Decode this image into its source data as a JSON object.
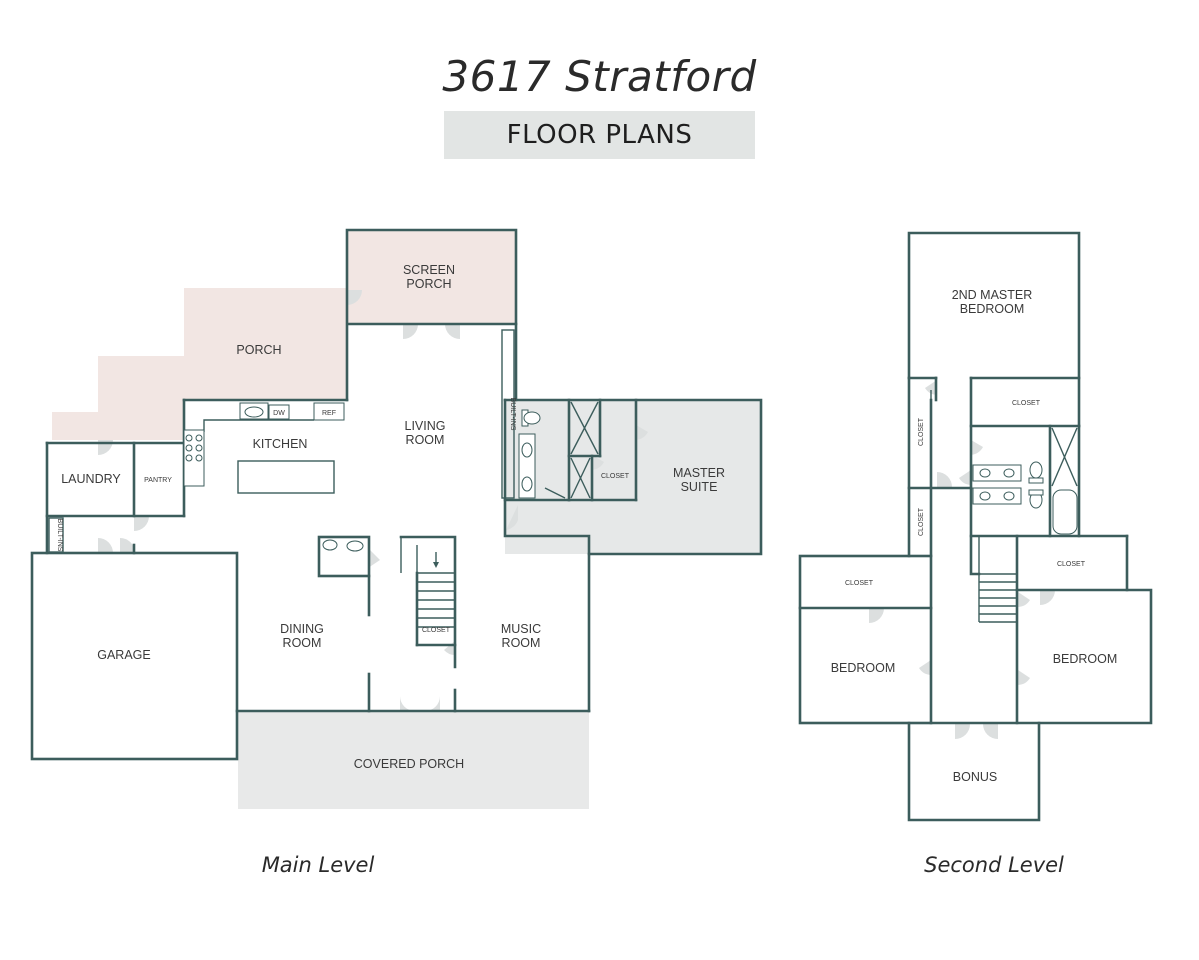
{
  "header": {
    "title": "3617 Stratford",
    "subtitle": "FLOOR PLANS"
  },
  "main_level": {
    "caption": "Main Level",
    "rooms": {
      "screen_porch": [
        "SCREEN",
        "PORCH"
      ],
      "porch": "PORCH",
      "living_room": [
        "LIVING",
        "ROOM"
      ],
      "kitchen": "KITCHEN",
      "laundry": "LAUNDRY",
      "pantry": "PANTRY",
      "garage": "GARAGE",
      "dining_room": [
        "DINING",
        "ROOM"
      ],
      "music_room": [
        "MUSIC",
        "ROOM"
      ],
      "master_suite": [
        "MASTER",
        "SUITE"
      ],
      "covered_porch": "COVERED PORCH",
      "closet_stair": "CLOSET",
      "closet_master": "CLOSET"
    },
    "fixtures": {
      "dw": "DW",
      "ref": "REF",
      "builtins_living": "BUILT-INS",
      "builtins_laundry": "BUILT-INS"
    }
  },
  "second_level": {
    "caption": "Second Level",
    "rooms": {
      "second_master": [
        "2ND MASTER",
        "BEDROOM"
      ],
      "closet_top": "CLOSET",
      "closet_hall_1": "CLOSET",
      "closet_hall_2": "CLOSET",
      "closet_left": "CLOSET",
      "closet_right": "CLOSET",
      "bedroom_left": "BEDROOM",
      "bedroom_right": "BEDROOM",
      "bonus": "BONUS"
    }
  },
  "colors": {
    "wall": "#3c5d5c",
    "porch_fill": "#f2e6e3",
    "suite_fill": "#e6e8e8",
    "covered_fill": "#e8e9e9",
    "banner_fill": "#e2e5e4"
  }
}
